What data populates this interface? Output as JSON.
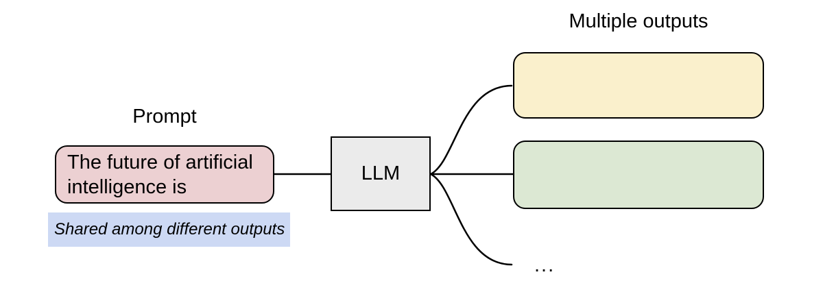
{
  "diagram": {
    "prompt": {
      "label": "Prompt",
      "text": "The future of artificial intelligence is",
      "fill": "#ecd0d2"
    },
    "note": {
      "text": "Shared among different outputs",
      "highlight": "#cdd9f4"
    },
    "llm": {
      "label": "LLM",
      "fill": "#ebebeb"
    },
    "outputs": {
      "label": "Multiple outputs",
      "boxes": [
        {
          "name": "output-box-top",
          "fill": "#faf0cc"
        },
        {
          "name": "output-box-middle",
          "fill": "#dce8d3"
        }
      ],
      "ellipsis": "..."
    },
    "line_color": "#000000",
    "background": "#ffffff"
  }
}
